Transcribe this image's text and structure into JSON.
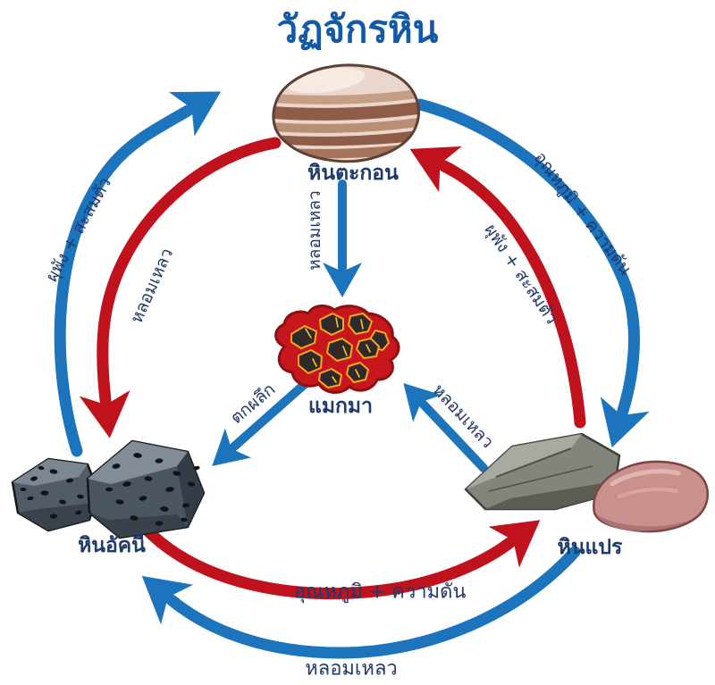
{
  "title": "วัฏจักรหิน",
  "colors": {
    "arrow_blue": "#1B74BC",
    "arrow_red": "#C0121D",
    "title_text": "#1459A8",
    "label_text": "#1E3A6E"
  },
  "nodes": {
    "sedimentary": {
      "label": "หินตะกอน"
    },
    "magma": {
      "label": "แมกมา"
    },
    "igneous": {
      "label": "หินอัคนี"
    },
    "metamorphic": {
      "label": "หินแปร"
    }
  },
  "arrows": {
    "weathering_left": {
      "label": "ผุพัง + สะสมตัว",
      "color": "blue",
      "from": "หินอัคนี",
      "to": "หินตะกอน"
    },
    "melt_left": {
      "label": "หลอมเหลว",
      "color": "red",
      "from": "หินตะกอน",
      "to": "หินอัคนี"
    },
    "heat_pressure_right": {
      "label": "อุณหภูมิ + ความดัน",
      "color": "blue",
      "from": "หินตะกอน",
      "to": "หินแปร"
    },
    "weathering_right": {
      "label": "ผุพัง + สะสมตัว",
      "color": "red",
      "from": "หินแปร",
      "to": "หินตะกอน"
    },
    "heat_pressure_bottom": {
      "label": "อุณหภูมิ + ความดัน",
      "color": "red",
      "from": "หินอัคนี",
      "to": "หินแปร"
    },
    "melt_bottom": {
      "label": "หลอมเหลว",
      "color": "blue",
      "from": "หินแปร",
      "to": "หินอัคนี"
    },
    "melt_center": {
      "label": "หลอมเหลว",
      "color": "blue",
      "from": "หินตะกอน",
      "to": "แมกมา"
    },
    "crystallize": {
      "label": "ตกผลึก",
      "color": "blue",
      "from": "แมกมา",
      "to": "หินอัคนี"
    },
    "melt_meta": {
      "label": "หลอมเหลว",
      "color": "blue",
      "from": "หินแปร",
      "to": "แมกมา"
    }
  }
}
